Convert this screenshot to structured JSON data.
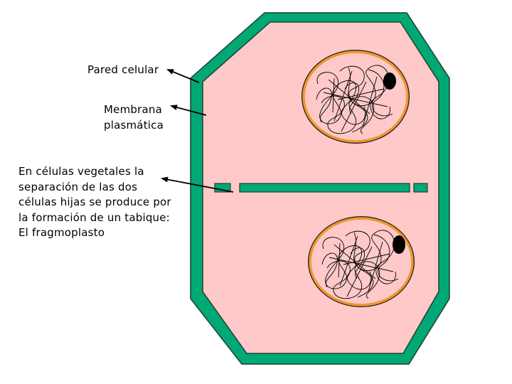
{
  "labels": {
    "cell_wall": "Pared celular",
    "plasma_membrane": "Membrana\nplasmática",
    "phragmoplast_note": "En células vegetales la\nseparación de las dos\ncélulas hijas se produce por\nla formación de un tabique:\nEl fragmoplasto"
  },
  "colors": {
    "cell_wall": "#00a875",
    "wall_outline": "#1f3f2f",
    "cytoplasm": "#ffc9c9",
    "nuclear_envelope": "#f0962e",
    "chromatin": "#000000",
    "nucleolus": "#000000",
    "arrow": "#000000"
  }
}
